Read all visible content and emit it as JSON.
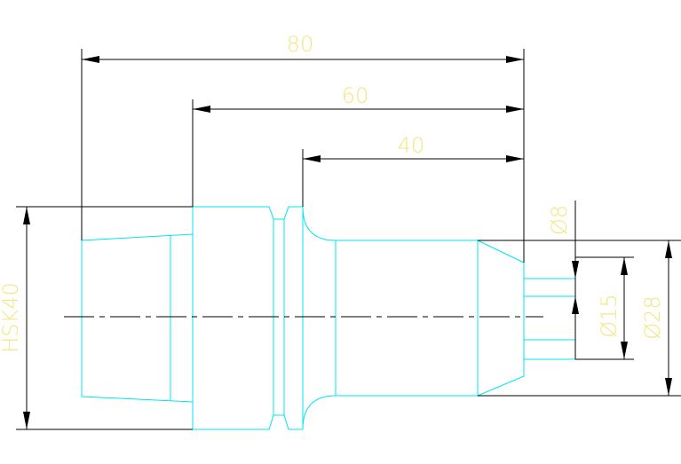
{
  "dimensions": {
    "overall_length": "80",
    "mid_length": "60",
    "short_length": "40",
    "taper_label": "HSK40",
    "bore_diameter": "Ø8",
    "hole_pattern_diameter": "Ø15",
    "outer_diameter": "Ø28"
  },
  "colors": {
    "geometry": "#00e5f0",
    "dimension_lines": "#000000",
    "dimension_text": "#f2e680",
    "background": "#ffffff"
  }
}
